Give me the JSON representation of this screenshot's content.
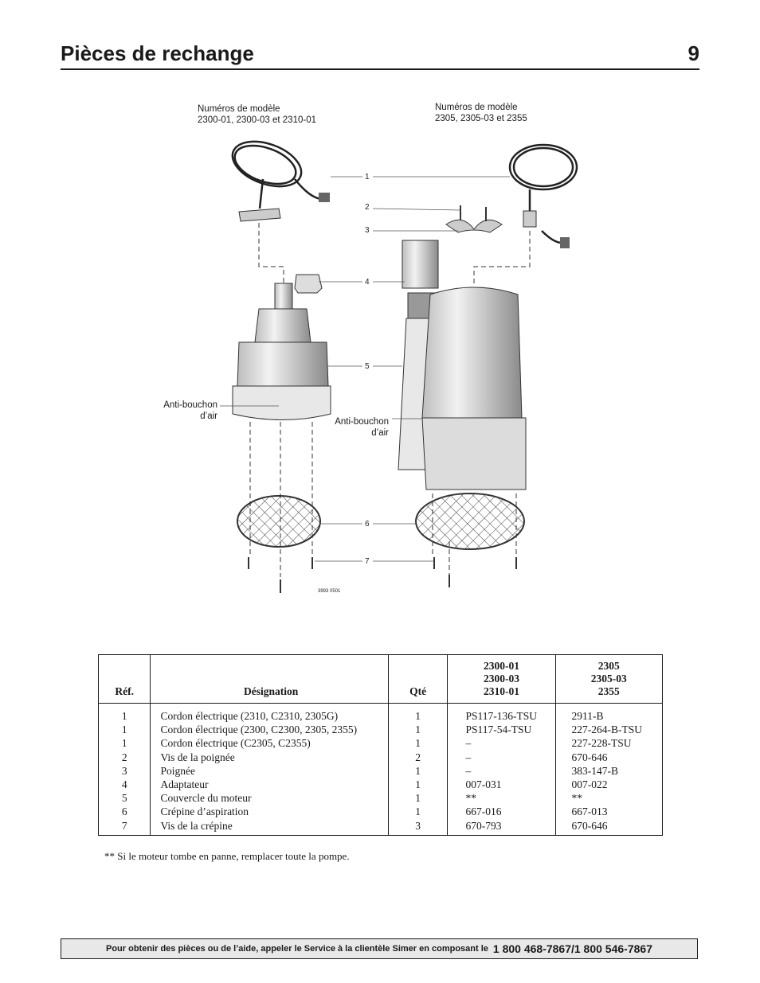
{
  "header": {
    "title": "Pièces de rechange",
    "page_number": "9"
  },
  "diagram": {
    "caption_left": [
      "Numéros de modèle",
      "2300-01, 2300-03 et 2310-01"
    ],
    "caption_right": [
      "Numéros de modèle",
      "2305, 2305-03 et 2355"
    ],
    "callouts": [
      "1",
      "2",
      "3",
      "4",
      "5",
      "6",
      "7"
    ],
    "anti_left": [
      "Anti-bouchon",
      "d’air"
    ],
    "anti_right": [
      "Anti-bouchon",
      "d’air"
    ],
    "drawing_number": "3993 0501"
  },
  "table": {
    "headers": {
      "ref": "Réf.",
      "designation": "Désignation",
      "qty": "Qté",
      "col_a": [
        "2300-01",
        "2300-03",
        "2310-01"
      ],
      "col_b": [
        "2305",
        "2305-03",
        "2355"
      ]
    },
    "rows": [
      {
        "ref": "1",
        "designation": "Cordon électrique (2310, C2310, 2305G)",
        "qty": "1",
        "a": "PS117-136-TSU",
        "b": "2911-B"
      },
      {
        "ref": "1",
        "designation": "Cordon électrique (2300, C2300, 2305, 2355)",
        "qty": "1",
        "a": "PS117-54-TSU",
        "b": "227-264-B-TSU"
      },
      {
        "ref": "1",
        "designation": "Cordon électrique (C2305, C2355)",
        "qty": "1",
        "a": "–",
        "b": "227-228-TSU"
      },
      {
        "ref": "2",
        "designation": "Vis de la poignée",
        "qty": "2",
        "a": "–",
        "b": "670-646"
      },
      {
        "ref": "3",
        "designation": "Poignée",
        "qty": "1",
        "a": "–",
        "b": "383-147-B"
      },
      {
        "ref": "4",
        "designation": "Adaptateur",
        "qty": "1",
        "a": "007-031",
        "b": "007-022"
      },
      {
        "ref": "5",
        "designation": "Couvercle du moteur",
        "qty": "1",
        "a": "**",
        "b": "**"
      },
      {
        "ref": "6",
        "designation": "Crépine d’aspiration",
        "qty": "1",
        "a": "667-016",
        "b": "667-013"
      },
      {
        "ref": "7",
        "designation": "Vis de la crépine",
        "qty": "3",
        "a": "670-793",
        "b": "670-646"
      }
    ]
  },
  "footnote": "**   Si le moteur tombe en panne, remplacer toute la pompe.",
  "footer": {
    "text": "Pour obtenir des pièces ou de l’aide, appeler le Service à la clientèle Simer en composant le",
    "phone": "1 800 468-7867/1 800 546-7867"
  }
}
